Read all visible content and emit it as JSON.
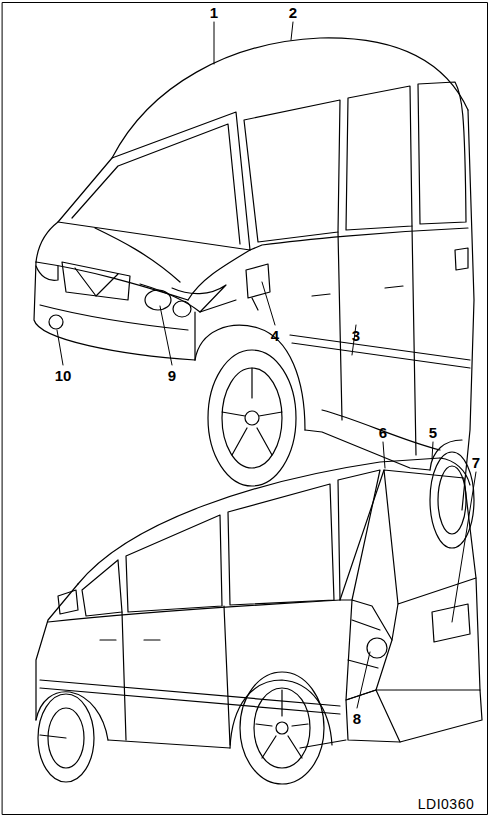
{
  "diagram": {
    "labels": [
      "1",
      "2",
      "3",
      "4",
      "5",
      "6",
      "7",
      "8",
      "9",
      "10",
      "LDI0360"
    ]
  }
}
